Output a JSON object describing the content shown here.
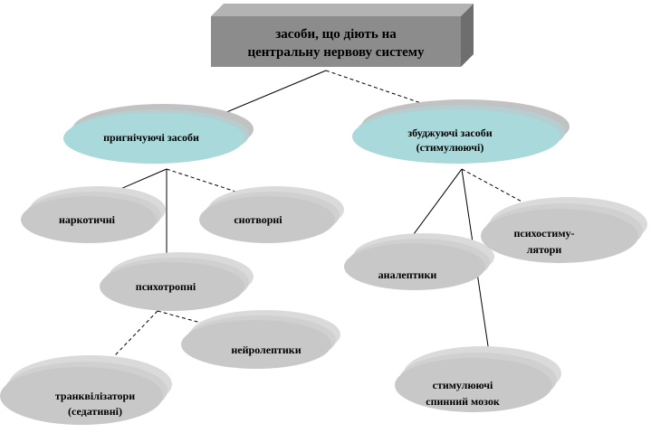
{
  "colors": {
    "root_fill": "#8c8c8c",
    "root_top": "#b3b3b3",
    "root_side": "#6e6e6e",
    "teal_fill": "#a9d9db",
    "teal_shadow": "#c2c2c2",
    "gray_fill": "#c8c8c8",
    "gray_shadow": "#dadada",
    "line": "#000000"
  },
  "nodes": {
    "root": {
      "line1": "засоби, що діють на",
      "line2": "центральну нервову систему"
    },
    "depressants": {
      "label": "пригнічуючі засоби"
    },
    "stimulants": {
      "line1": "збуджуючі засоби",
      "line2": "(стимулюючі)"
    },
    "narcotic": {
      "label": "наркотичні"
    },
    "hypnotic": {
      "label": "снотворні"
    },
    "psychotropic": {
      "label": "психотропні"
    },
    "neuroleptics": {
      "label": "нейролептики"
    },
    "tranquilizers": {
      "line1": "транквілізатори",
      "line2": "(седативні)"
    },
    "analeptics": {
      "label": "аналептики"
    },
    "psychostimulants": {
      "line1": "психостиму-",
      "line2": "лятори"
    },
    "spinal": {
      "line1": "стимулюючі",
      "line2": "спинний мозок"
    }
  }
}
